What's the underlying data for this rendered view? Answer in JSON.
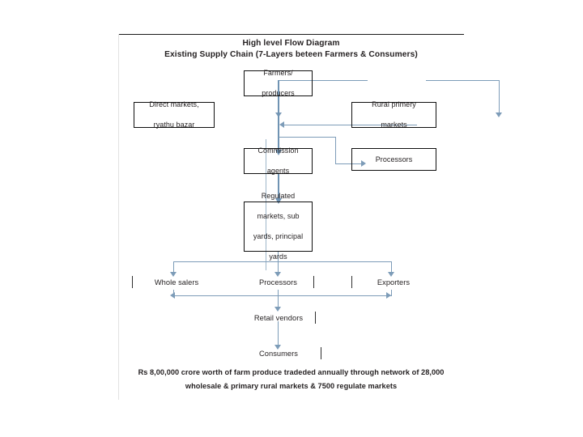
{
  "slide": {
    "title_line1": "High level Flow Diagram",
    "title_line2": "Existing Supply Chain (7-Layers beteen Farmers & Consumers)",
    "footer_line1": "Rs 8,00,000 crore worth of farm produce tradeded annually through network of 28,000",
    "footer_line2": "wholesale & primary rural markets & 7500 regulate markets",
    "colors": {
      "box_border": "#0f0f0f",
      "connector": "#7d9cb8",
      "text": "#231f20",
      "background": "#ffffff"
    }
  },
  "nodes": {
    "farmers": {
      "line1": "Farmers/",
      "line2": "producers"
    },
    "direct_markets": {
      "line1": "Direct markets,",
      "line2": "ryathu bazar"
    },
    "rural_primary_markets": {
      "line1": "Rural primery",
      "line2": "markets"
    },
    "commission_agents": {
      "line1": "Commission",
      "line2": "agents"
    },
    "processors_right": {
      "label": "Processors"
    },
    "regulated_markets": {
      "line1": "Regulated",
      "line2": "markets, sub",
      "line3": "yards, principal",
      "line4": "yards"
    },
    "whole_salers": {
      "label": "Whole salers"
    },
    "processors_mid": {
      "label": "Processors"
    },
    "exporters": {
      "label": "Exporters"
    },
    "retail_vendors": {
      "label": "Retail vendors"
    },
    "consumers": {
      "label": "Consumers"
    }
  }
}
